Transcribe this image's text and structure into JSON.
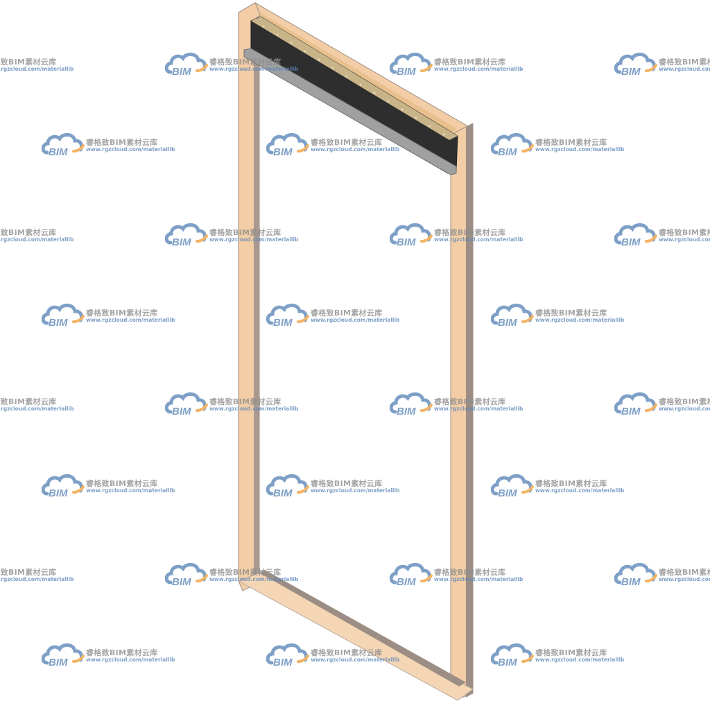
{
  "watermark": {
    "logo_text": "BIM",
    "title": "睿格致BIM素材云库",
    "url": "www.rgzcloud.com/materiallib",
    "cloud_color": "#5b86b8",
    "swoosh_color": "#f0a03c",
    "icon": "bim-cloud-logo-icon"
  },
  "model": {
    "object": "door-frame-with-top-header",
    "frame_color": "#f2cda6",
    "frame_edge_color": "#9c8e84",
    "header_color": "#2e2e2e",
    "rail_color": "#a0a0a0"
  }
}
